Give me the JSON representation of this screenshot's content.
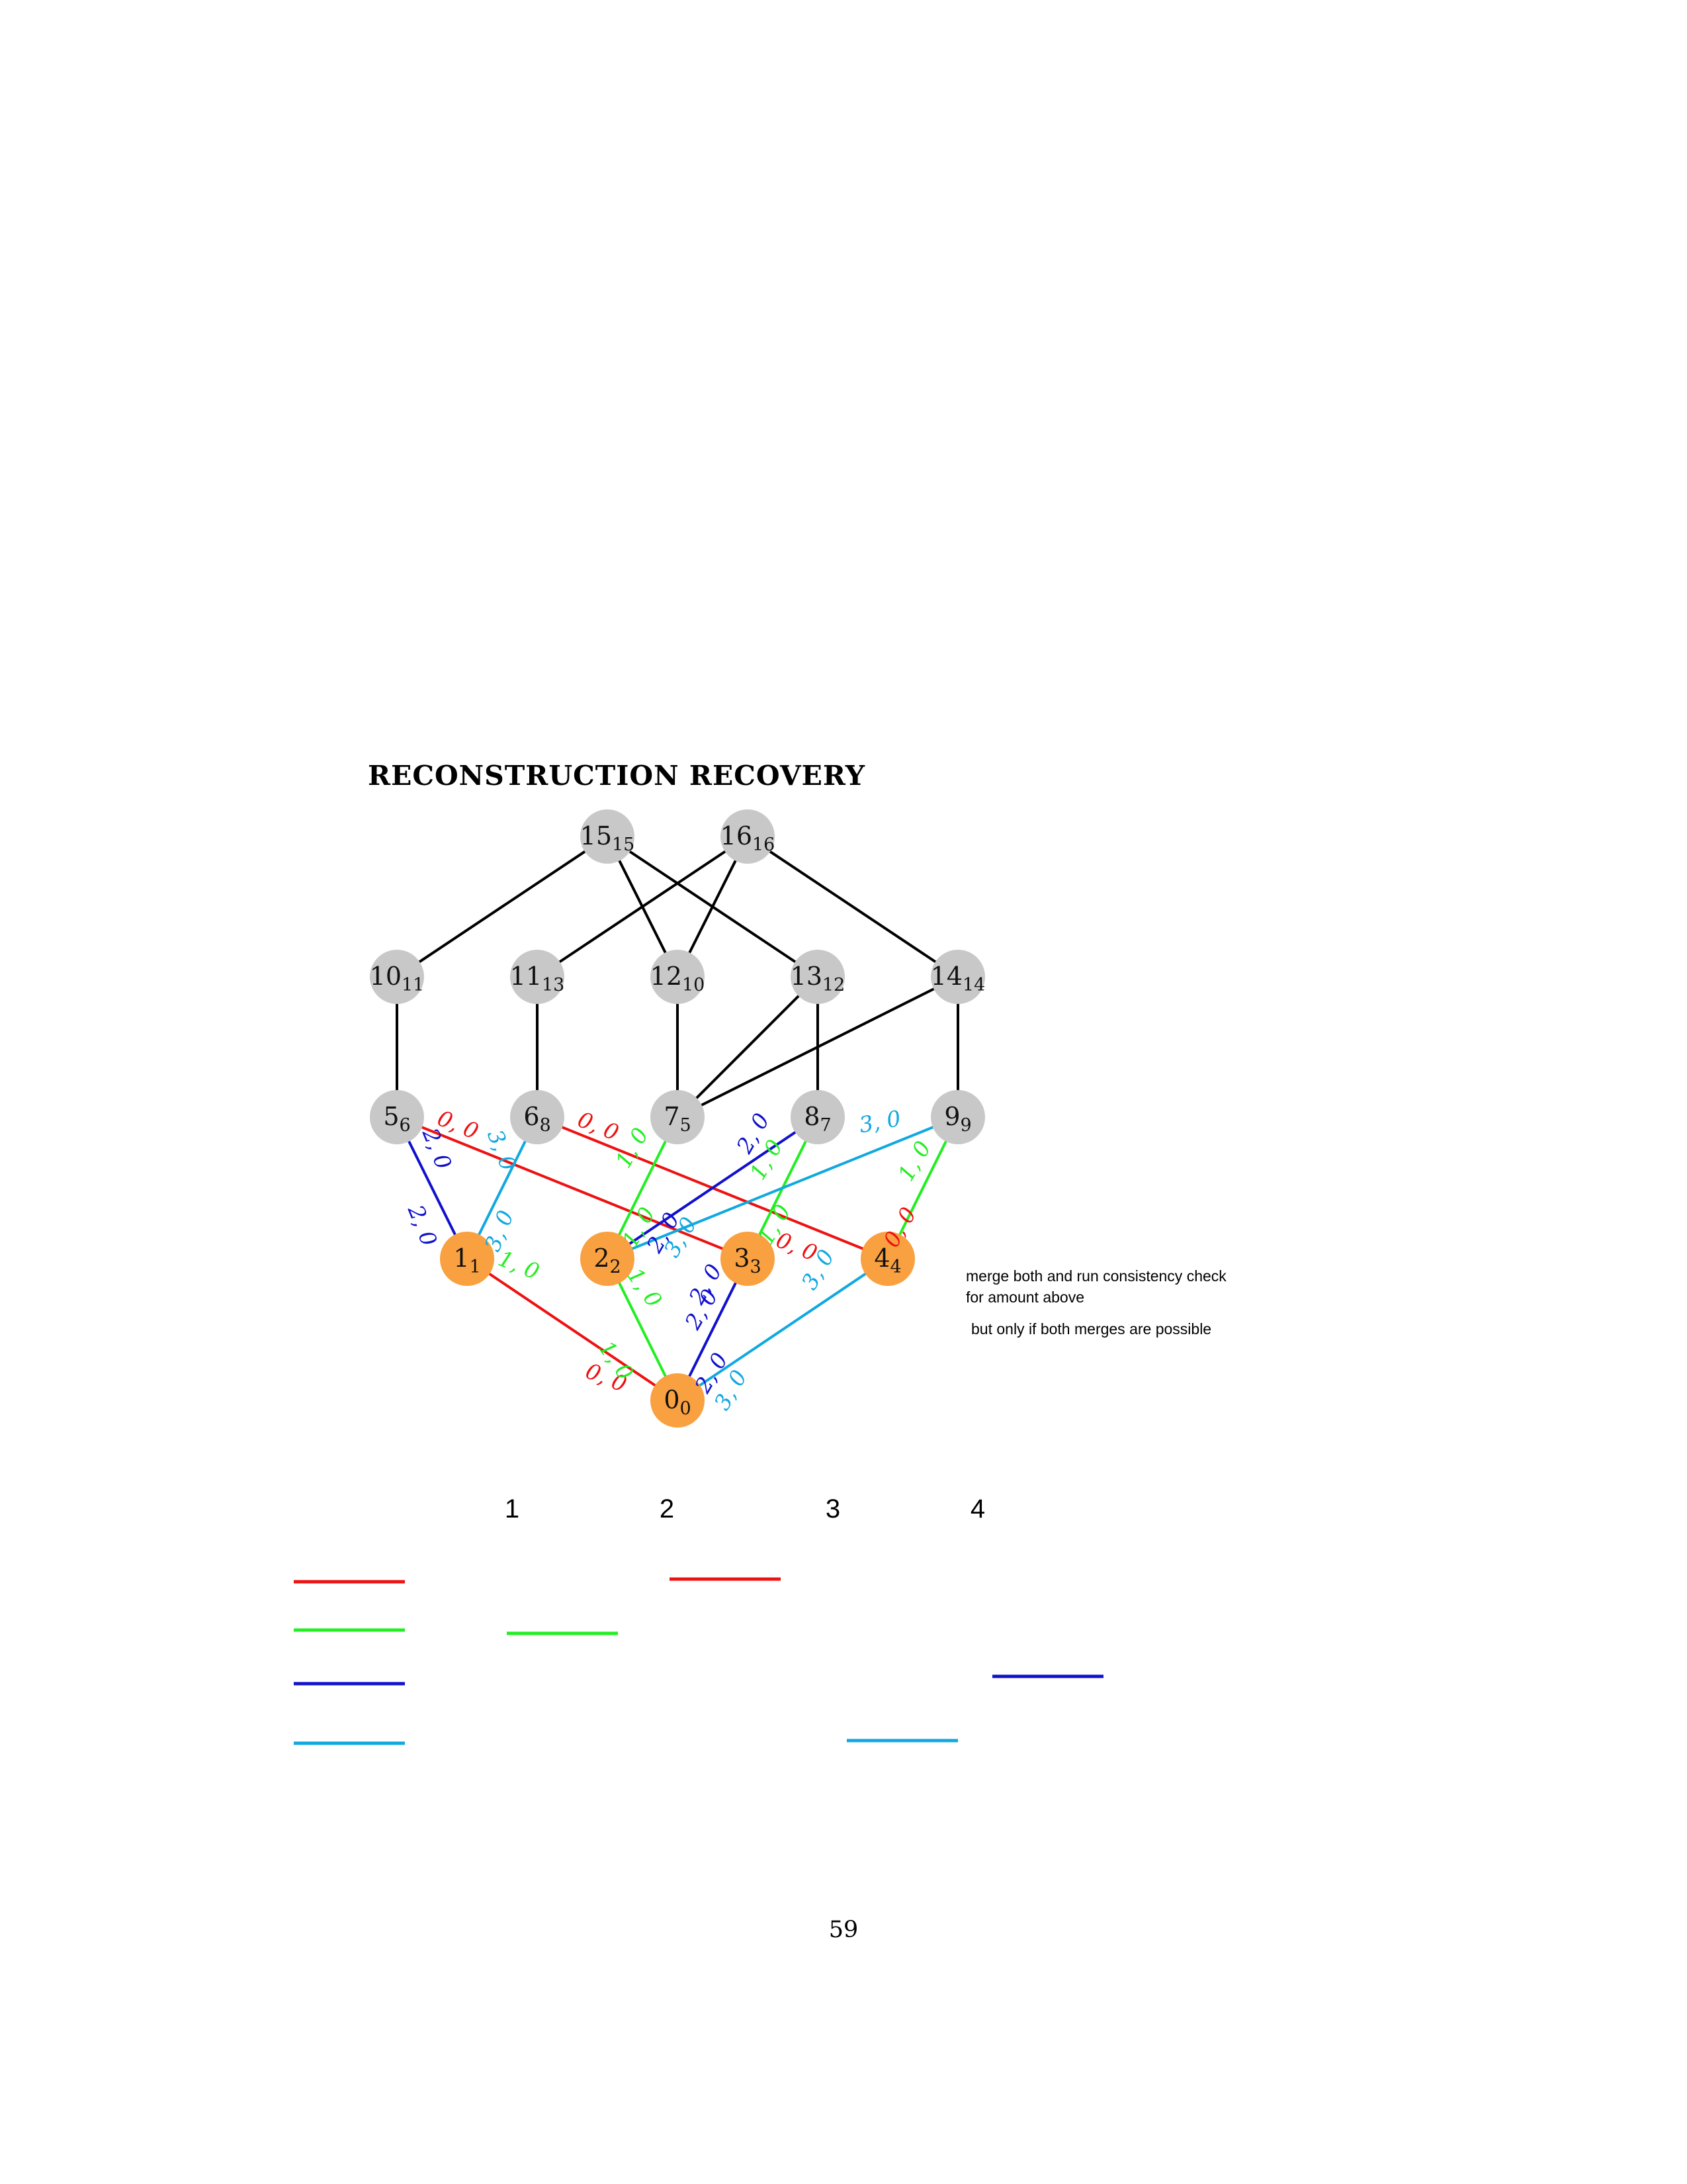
{
  "title": "RECONSTRUCTION RECOVERY",
  "colors": {
    "gray_node": "#c8c8c8",
    "orange_node": "#f9a040",
    "red": "#ee1111",
    "green": "#22ee22",
    "blue": "#1111cc",
    "cyan": "#11a8e0",
    "black": "#000000"
  },
  "nodes": [
    {
      "id": "15",
      "main": "15",
      "sub": "15",
      "kind": "gray"
    },
    {
      "id": "16",
      "main": "16",
      "sub": "16",
      "kind": "gray"
    },
    {
      "id": "10",
      "main": "10",
      "sub": "11",
      "kind": "gray"
    },
    {
      "id": "11",
      "main": "11",
      "sub": "13",
      "kind": "gray"
    },
    {
      "id": "12",
      "main": "12",
      "sub": "10",
      "kind": "gray"
    },
    {
      "id": "13",
      "main": "13",
      "sub": "12",
      "kind": "gray"
    },
    {
      "id": "14",
      "main": "14",
      "sub": "14",
      "kind": "gray"
    },
    {
      "id": "5",
      "main": "5",
      "sub": "6",
      "kind": "gray"
    },
    {
      "id": "6",
      "main": "6",
      "sub": "8",
      "kind": "gray"
    },
    {
      "id": "7",
      "main": "7",
      "sub": "5",
      "kind": "gray"
    },
    {
      "id": "8",
      "main": "8",
      "sub": "7",
      "kind": "gray"
    },
    {
      "id": "9",
      "main": "9",
      "sub": "9",
      "kind": "gray"
    },
    {
      "id": "1",
      "main": "1",
      "sub": "1",
      "kind": "orange"
    },
    {
      "id": "2",
      "main": "2",
      "sub": "2",
      "kind": "orange"
    },
    {
      "id": "3",
      "main": "3",
      "sub": "3",
      "kind": "orange"
    },
    {
      "id": "4",
      "main": "4",
      "sub": "4",
      "kind": "orange"
    },
    {
      "id": "0",
      "main": "0",
      "sub": "0",
      "kind": "orange"
    }
  ],
  "edges": [
    {
      "from": "15",
      "to": "10",
      "color": "black"
    },
    {
      "from": "15",
      "to": "12",
      "color": "black"
    },
    {
      "from": "15",
      "to": "13",
      "color": "black"
    },
    {
      "from": "16",
      "to": "11",
      "color": "black"
    },
    {
      "from": "16",
      "to": "12",
      "color": "black"
    },
    {
      "from": "16",
      "to": "14",
      "color": "black"
    },
    {
      "from": "10",
      "to": "5",
      "color": "black"
    },
    {
      "from": "11",
      "to": "6",
      "color": "black"
    },
    {
      "from": "12",
      "to": "7",
      "color": "black"
    },
    {
      "from": "13",
      "to": "7",
      "color": "black"
    },
    {
      "from": "13",
      "to": "8",
      "color": "black"
    },
    {
      "from": "14",
      "to": "7",
      "color": "black"
    },
    {
      "from": "14",
      "to": "9",
      "color": "black"
    },
    {
      "from": "5",
      "to": "1",
      "color": "blue"
    },
    {
      "from": "5",
      "to": "3",
      "color": "red"
    },
    {
      "from": "6",
      "to": "1",
      "color": "cyan"
    },
    {
      "from": "6",
      "to": "4",
      "color": "red"
    },
    {
      "from": "7",
      "to": "2",
      "color": "green"
    },
    {
      "from": "8",
      "to": "2",
      "color": "blue"
    },
    {
      "from": "8",
      "to": "3",
      "color": "green"
    },
    {
      "from": "9",
      "to": "2",
      "color": "cyan"
    },
    {
      "from": "9",
      "to": "4",
      "color": "green"
    },
    {
      "from": "1",
      "to": "0",
      "color": "red"
    },
    {
      "from": "2",
      "to": "0",
      "color": "green"
    },
    {
      "from": "3",
      "to": "0",
      "color": "blue"
    },
    {
      "from": "4",
      "to": "0",
      "color": "cyan"
    }
  ],
  "edge_labels": [
    {
      "text": "0, 0",
      "color": "red"
    },
    {
      "text": "0, 0",
      "color": "red"
    },
    {
      "text": "2, 0",
      "color": "blue"
    },
    {
      "text": "3, 0",
      "color": "cyan"
    },
    {
      "text": "1, 0",
      "color": "green"
    },
    {
      "text": "2, 0",
      "color": "blue"
    },
    {
      "text": "1, 0",
      "color": "green"
    },
    {
      "text": "3, 0",
      "color": "cyan"
    },
    {
      "text": "1, 0",
      "color": "green"
    },
    {
      "text": "2, 0",
      "color": "blue"
    },
    {
      "text": "3, 0",
      "color": "cyan"
    },
    {
      "text": "1, 0",
      "color": "green"
    },
    {
      "text": "2, 0",
      "color": "blue"
    },
    {
      "text": "3, 0",
      "color": "cyan"
    },
    {
      "text": "0, 0",
      "color": "red"
    },
    {
      "text": "1, 0",
      "color": "green"
    },
    {
      "text": "2, 0",
      "color": "blue"
    },
    {
      "text": "3, 0",
      "color": "cyan"
    },
    {
      "text": "0, 0",
      "color": "red"
    },
    {
      "text": "1, 0",
      "color": "green"
    },
    {
      "text": "0, 0",
      "color": "red"
    },
    {
      "text": "1, 0",
      "color": "green"
    },
    {
      "text": "2, 0",
      "color": "blue"
    },
    {
      "text": "2, 0",
      "color": "blue"
    },
    {
      "text": "3, 0",
      "color": "cyan"
    },
    {
      "text": "1, 0",
      "color": "green"
    }
  ],
  "notes": {
    "line1": "merge both and run consistency check",
    "line2": "for amount above",
    "line3": "but only if both merges are possible"
  },
  "columns": [
    "1",
    "2",
    "3",
    "4"
  ],
  "legend_lines": [
    {
      "color": "red"
    },
    {
      "color": "green"
    },
    {
      "color": "blue"
    },
    {
      "color": "cyan"
    }
  ],
  "marks": [
    {
      "color": "green",
      "column": "1"
    },
    {
      "color": "red",
      "column": "2"
    },
    {
      "color": "cyan",
      "column": "3"
    },
    {
      "color": "blue",
      "column": "4"
    }
  ],
  "page_number": "59"
}
